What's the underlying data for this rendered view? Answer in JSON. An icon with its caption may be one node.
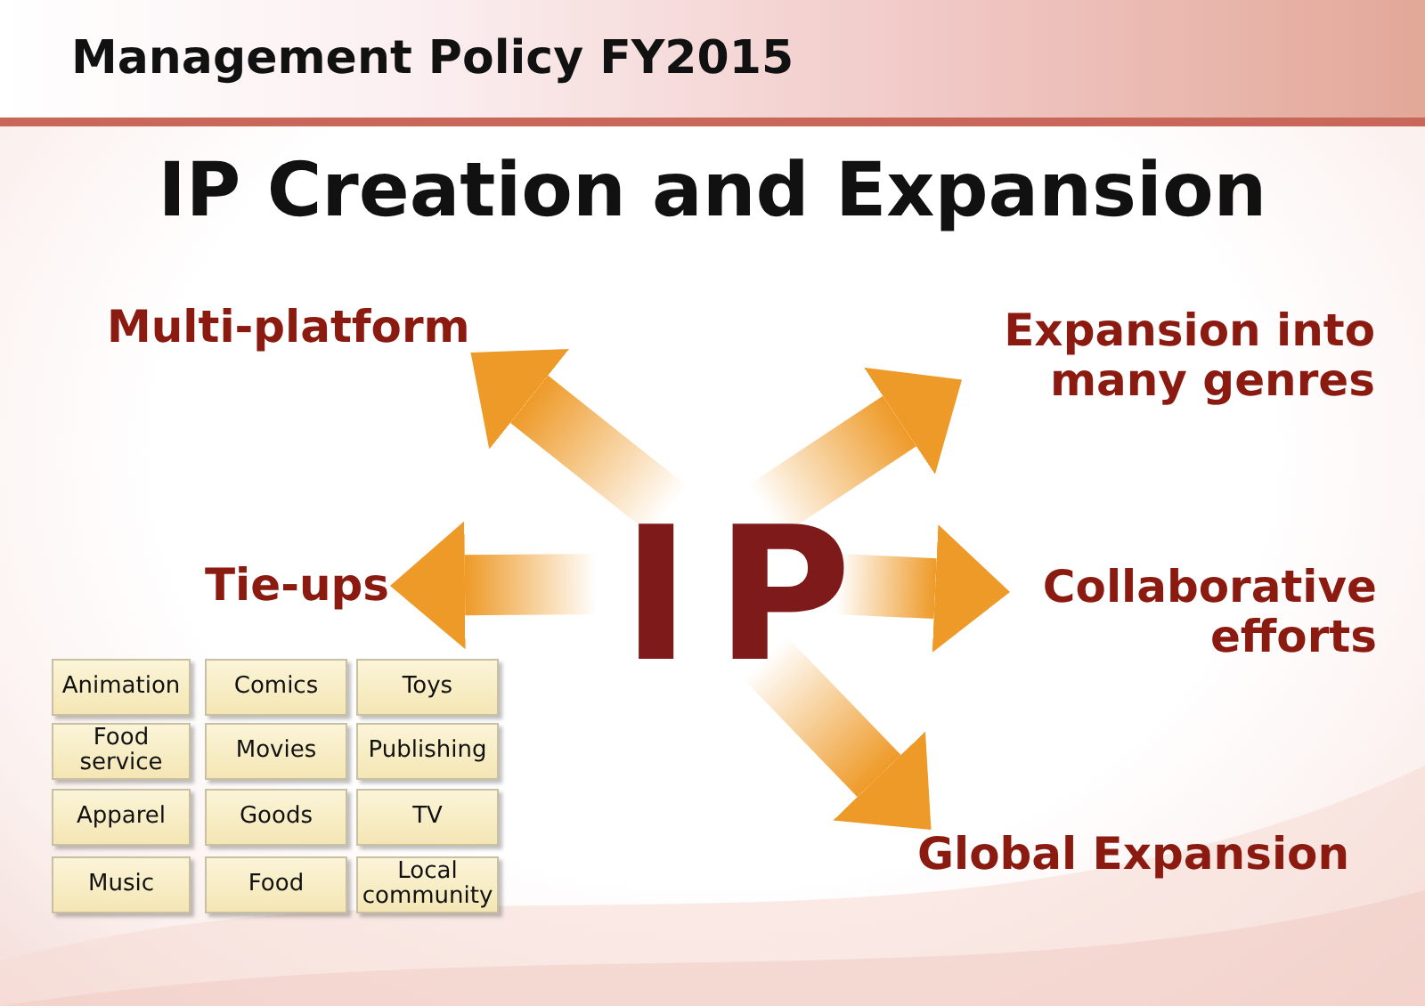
{
  "diagram": {
    "title": "IP Creation and Expansion",
    "nodes": [
      {
        "text": [
          "IP"
        ]
      },
      {
        "text": [
          "Multi-platform"
        ]
      },
      {
        "text": [
          "Expansion into many genres"
        ]
      },
      {
        "text": [
          "Tie-ups"
        ]
      },
      {
        "text": [
          "Collaborative efforts"
        ]
      },
      {
        "text": [
          "Global Expansion"
        ]
      },
      {
        "text": [
          "Animation"
        ]
      },
      {
        "text": [
          "Comics"
        ]
      },
      {
        "text": [
          "Toys"
        ]
      },
      {
        "text": [
          "Food service"
        ]
      },
      {
        "text": [
          "Movies"
        ]
      },
      {
        "text": [
          "Publishing"
        ]
      },
      {
        "text": [
          "Apparel"
        ]
      },
      {
        "text": [
          "Goods"
        ]
      },
      {
        "text": [
          "TV"
        ]
      },
      {
        "text": [
          "Music"
        ]
      },
      {
        "text": [
          "Food"
        ]
      },
      {
        "text": [
          "Local community"
        ]
      }
    ],
    "edges": [
      {
        "from": 0,
        "to": 1,
        "arrow": "to"
      },
      {
        "from": 0,
        "to": 2,
        "arrow": "to"
      },
      {
        "from": 0,
        "to": 3,
        "arrow": "to"
      },
      {
        "from": 0,
        "to": 4,
        "arrow": "to"
      },
      {
        "from": 0,
        "to": 5,
        "arrow": "to"
      }
    ],
    "labels": [
      "Management Policy FY2015"
    ]
  }
}
